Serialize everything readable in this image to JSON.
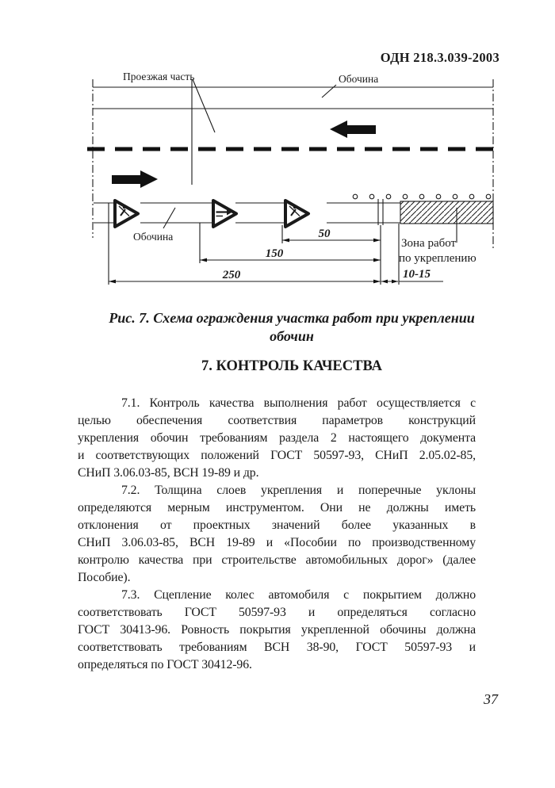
{
  "page": {
    "header": "ОДН 218.3.039-2003",
    "page_number": "37"
  },
  "figure": {
    "labels": {
      "roadway": "Проезжая часть",
      "shoulder_top": "Обочина",
      "shoulder_bottom": "Обочина",
      "work_zone_line1": "Зона работ",
      "work_zone_line2": "по укреплению"
    },
    "dimensions": {
      "d50": "50",
      "d150": "150",
      "d250": "250",
      "gap": "10-15"
    },
    "caption": {
      "line1": "Рис. 7. Схема ограждения участка работ при укреплении",
      "line2": "обочин"
    }
  },
  "section": {
    "heading": "7. КОНТРОЛЬ КАЧЕСТВА",
    "p1": [
      "7.1. Контроль качества выполнения работ осуществляется с",
      "целью обеспечения соответствия параметров конструкций",
      "укрепления обочин требованиям раздела 2 настоящего документа",
      "и соответствующих положений ГОСТ 50597-93, СНиП 2.05.02-85,",
      "СНиП 3.06.03-85, ВСН 19-89 и др."
    ],
    "p2": [
      "7.2. Толщина слоев укрепления и поперечные уклоны",
      "определяются мерным инструментом. Они не должны иметь",
      "отклонения от проектных значений более указанных в",
      "СНиП 3.06.03-85, ВСН 19-89 и «Пособии по производственному",
      "контролю качества при строительстве автомобильных дорог» (далее",
      "Пособие)."
    ],
    "p3": [
      "7.3. Сцепление колес автомобиля с покрытием должно",
      "соответствовать ГОСТ 50597-93 и определяться согласно",
      "ГОСТ 30413-96. Ровность покрытия укрепленной обочины должна",
      "соответствовать требованиям ВСН 38-90, ГОСТ 50597-93 и",
      "определяться по ГОСТ 30412-96."
    ]
  },
  "colors": {
    "ink": "#1a1a1a",
    "paper": "#ffffff"
  }
}
